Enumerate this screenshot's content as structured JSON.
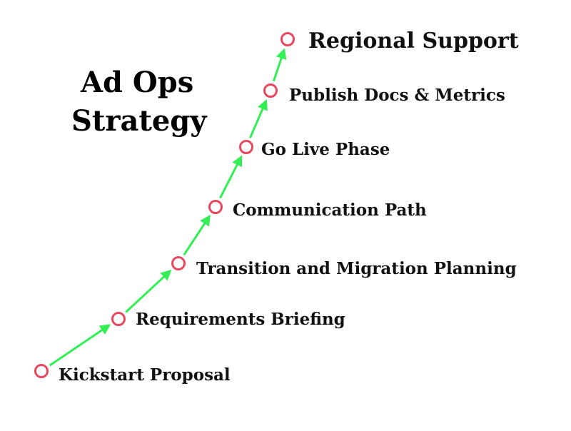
{
  "title": {
    "line1": "Ad Ops",
    "line2": "Strategy"
  },
  "colors": {
    "arrow": "#33ee55",
    "marker": "#e8485f",
    "text": "#111111"
  },
  "steps": [
    {
      "label": "Kickstart Proposal"
    },
    {
      "label": "Requirements Briefing"
    },
    {
      "label": "Transition and Migration Planning"
    },
    {
      "label": "Communication Path"
    },
    {
      "label": "Go Live Phase"
    },
    {
      "label": "Publish Docs & Metrics"
    },
    {
      "label": "Regional Support"
    }
  ]
}
